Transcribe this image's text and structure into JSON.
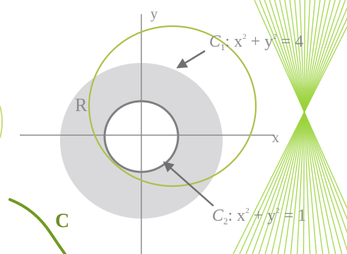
{
  "labels": {
    "y_axis": "y",
    "x_axis": "x",
    "region": "R",
    "curve": "C",
    "c1_name": "C",
    "c1_sub": "1",
    "c1_eq_a": ": x",
    "c1_exp_a": "2",
    "c1_eq_b": " + y",
    "c1_exp_b": "2",
    "c1_eq_c": " = 4",
    "c2_name": "C",
    "c2_sub": "2",
    "c2_eq_a": ": x",
    "c2_exp_a": "2",
    "c2_eq_b": " + y",
    "c2_exp_b": "2",
    "c2_eq_c": " = 1"
  },
  "colors": {
    "region_fill": "#d9d9db",
    "axis": "#8c8c8c",
    "inner_circle": "#7f7f7f",
    "circle_c1": "#a9c24a",
    "curve_lines": "#9ad23a",
    "curve_c": "#6f9a1e",
    "arrow": "#707070",
    "label_green": "#6f8f28"
  },
  "icons": {
    "arrow_to_c1": "arrow-icon",
    "arrow_to_c2": "arrow-icon"
  }
}
